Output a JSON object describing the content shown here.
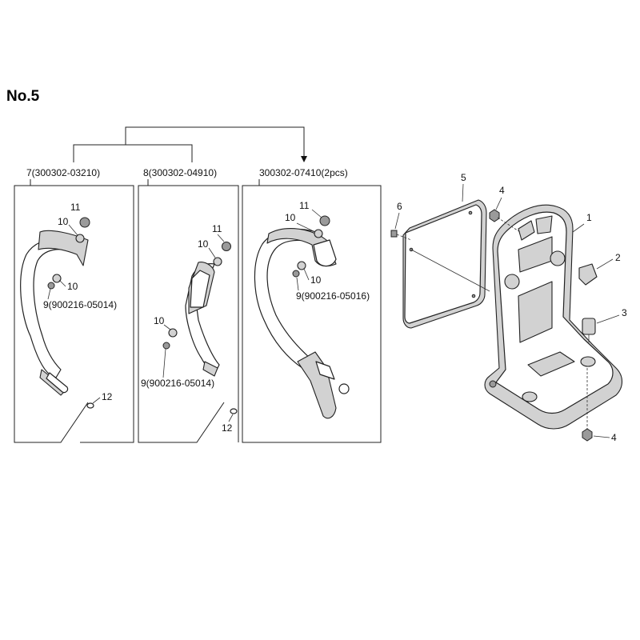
{
  "title": "No.5",
  "boxes": {
    "box7": {
      "label": "7(300302-03210)"
    },
    "box8": {
      "label": "8(300302-04910)"
    },
    "box_pair": {
      "label": "300302-07410(2pcs)"
    }
  },
  "callouts": {
    "b7_11": "11",
    "b7_10a": "10",
    "b7_10b": "10",
    "b7_9": "9(900216-05014)",
    "b7_12": "12",
    "b8_11": "11",
    "b8_10a": "10",
    "b8_10b": "10",
    "b8_9": "9(900216-05014)",
    "b8_12": "12",
    "b3_11": "11",
    "b3_10a": "10",
    "b3_10b": "10",
    "b3_9": "9(900216-05016)",
    "frame_1": "1",
    "frame_2": "2",
    "frame_3": "3",
    "frame_4a": "4",
    "frame_4b": "4",
    "frame_5": "5",
    "frame_6": "6"
  }
}
